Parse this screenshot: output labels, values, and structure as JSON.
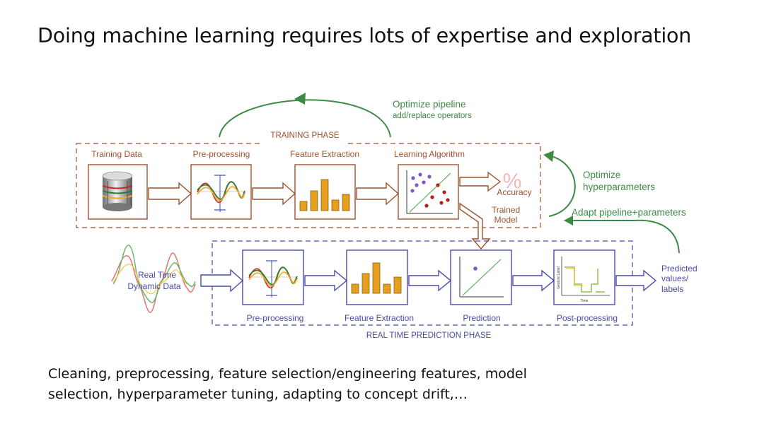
{
  "slide": {
    "title": "Doing machine learning requires lots of expertise and exploration",
    "caption_line1": "Cleaning, preprocessing, feature selection/engineering features, model",
    "caption_line2": "selection, hyperparameter tuning, adapting to concept drift,…"
  },
  "diagram": {
    "training_phase": {
      "label": "TRAINING PHASE",
      "stages": [
        "Training Data",
        "Pre-processing",
        "Feature Extraction",
        "Learning Algorithm"
      ],
      "accuracy_symbol": "%",
      "accuracy_label": "Accuracy",
      "trained_model_line1": "Trained",
      "trained_model_line2": "Model"
    },
    "prediction_phase": {
      "label": "REAL TIME PREDICTION PHASE",
      "input_line1": "Real Time",
      "input_line2": "Dynamic Data",
      "stages": [
        "Pre-processing",
        "Feature Extraction",
        "Prediction",
        "Post-processing"
      ],
      "output_line1": "Predicted",
      "output_line2": "values/",
      "output_line3": "labels",
      "gesture_axis_y": "Gesture Label",
      "gesture_axis_x": "Time"
    },
    "loops": {
      "pipeline_line1": "Optimize pipeline",
      "pipeline_line2": "add/replace operators",
      "hyper_line1": "Optimize",
      "hyper_line2": "hyperparameters",
      "adapt": "Adapt pipeline+parameters"
    },
    "colors": {
      "training": "#a0522d",
      "prediction": "#4a4aa8",
      "loop": "#3d8a44",
      "bars": "#e5a020"
    }
  }
}
